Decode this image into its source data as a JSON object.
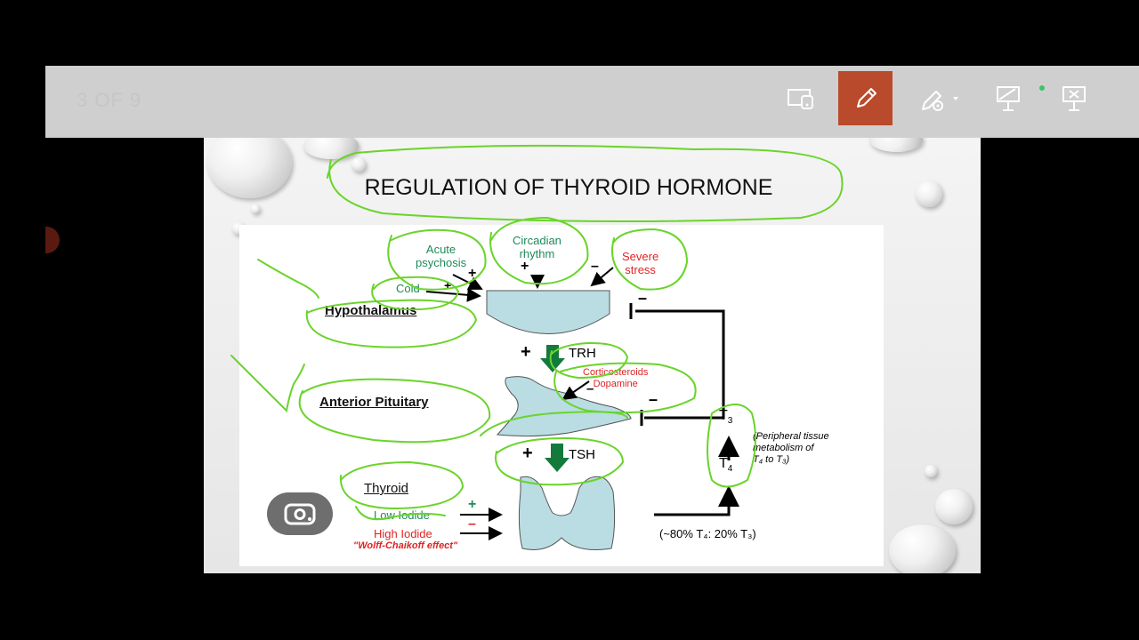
{
  "toolbar": {
    "slide_counter": "3 OF 9",
    "buttons": [
      {
        "name": "slide-view-button",
        "icon": "slide-preview-icon"
      },
      {
        "name": "pen-button",
        "icon": "pen-icon",
        "active": true
      },
      {
        "name": "ink-settings-button",
        "icon": "pen-settings-icon"
      },
      {
        "name": "eraser-button",
        "icon": "board-eraser-icon"
      },
      {
        "name": "clear-ink-button",
        "icon": "board-clear-icon"
      }
    ],
    "active_color": "#b94a2c"
  },
  "slide": {
    "title": "REGULATION OF THYROID HORMONE",
    "labels": {
      "acute_psychosis": "Acute\npsychosis",
      "circadian": "Circadian\nrhythm",
      "severe_stress": "Severe\nstress",
      "cold": "Cold",
      "hypothalamus": "Hypothalamus",
      "trh": "TRH",
      "corticosteroids": "Corticosteroids\nDopamine",
      "anterior_pituitary": "Anterior Pituitary",
      "tsh": "TSH",
      "thyroid": "Thyroid",
      "low_iodide": "Low Iodide",
      "high_iodide": "High Iodide",
      "wolff": "\"Wolff-Chaikoff effect\"",
      "t3": "T",
      "t3_sub": "3",
      "t4": "T",
      "t4_sub": "4",
      "peripheral": "(Peripheral tissue\nmetabolism of\nT₄ to T₃)",
      "ratio": "(~80% T₄: 20% T₃)",
      "plus": "+",
      "minus": "–"
    }
  },
  "overlay": {
    "lens_button_icon": "google-lens-icon"
  },
  "colors": {
    "annotation_green": "#6ad42a",
    "label_green": "#1f8a5a",
    "label_red": "#e02424",
    "gland_fill": "#b9dde2",
    "arrow_green": "#137a3c"
  }
}
